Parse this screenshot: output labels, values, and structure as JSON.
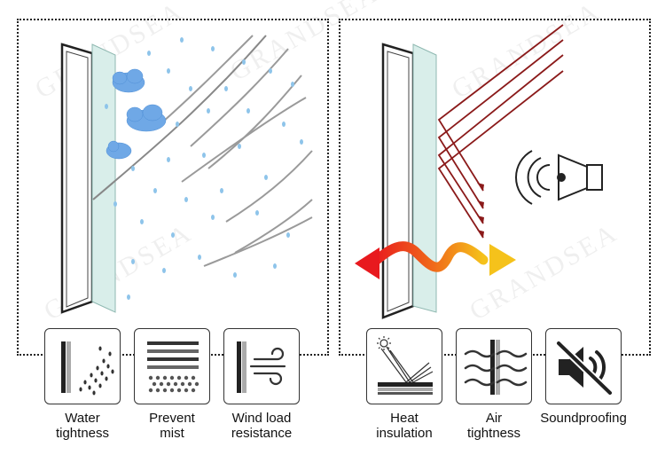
{
  "watermark": "GRANDSEA",
  "features": [
    {
      "id": "water",
      "label_l1": "Water",
      "label_l2": "tightness",
      "icon": "water-tightness-icon"
    },
    {
      "id": "mist",
      "label_l1": "Prevent",
      "label_l2": "mist",
      "icon": "prevent-mist-icon"
    },
    {
      "id": "wind",
      "label_l1": "Wind load",
      "label_l2": "resistance",
      "icon": "wind-load-icon"
    },
    {
      "id": "heat",
      "label_l1": "Heat",
      "label_l2": "insulation",
      "icon": "heat-insulation-icon"
    },
    {
      "id": "air",
      "label_l1": "Air",
      "label_l2": "tightness",
      "icon": "air-tightness-icon"
    },
    {
      "id": "sound",
      "label_l1": "Soundproofing",
      "label_l2": "",
      "icon": "soundproofing-icon"
    }
  ],
  "colors": {
    "glass": "#d9eeea",
    "frame": "#222222",
    "ray": "#8b1a1a",
    "rain": "#9ccbe8",
    "heat_start": "#e8191e",
    "heat_end": "#f5c21b"
  }
}
